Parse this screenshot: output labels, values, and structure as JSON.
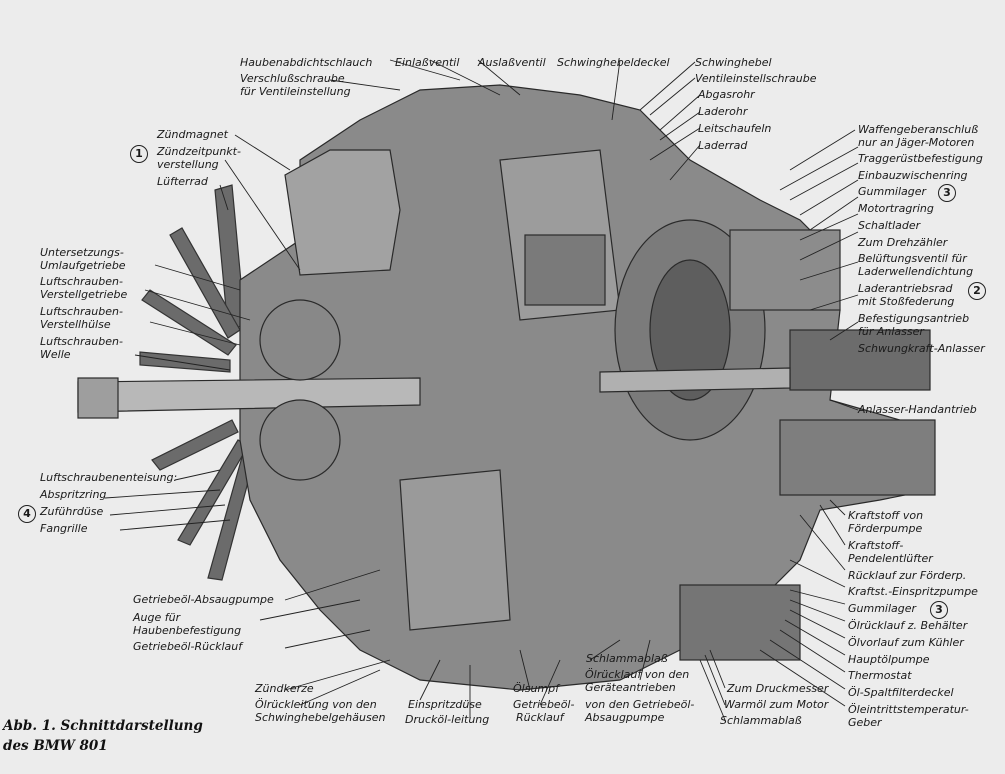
{
  "caption": {
    "line1": "Abb. 1. Schnittdarstellung",
    "line2": "des BMW 801"
  },
  "markers": {
    "m1": "1",
    "m2": "2",
    "m3a": "3",
    "m3b": "3",
    "m4": "4"
  },
  "labels": {
    "haubenabdichtschlauch": "Haubenabdichtschlauch",
    "einlassventil": "Einlaßventil",
    "auslassventil": "Auslaßventil",
    "schwinghebeldeckel": "Schwinghebeldeckel",
    "schwinghebel": "Schwinghebel",
    "ventileinstellschraube": "Ventileinstellschraube",
    "abgasrohr": "Abgasrohr",
    "laderohr": "Laderohr",
    "leitschaufeln": "Leitschaufeln",
    "laderrad": "Laderrad",
    "verschlussschraube_1": "Verschlußschraube",
    "verschlussschraube_2": "für Ventileinstellung",
    "zuendmagnet": "Zündmagnet",
    "zuendzeitpunkt_1": "Zündzeitpunkt-",
    "zuendzeitpunkt_2": "verstellung",
    "lueferrad": "Lüfterrad",
    "untersetzung_1": "Untersetzungs-",
    "untersetzung_2": "Umlaufgetriebe",
    "luftschrauben_getriebe_1": "Luftschrauben-",
    "luftschrauben_getriebe_2": "Verstellgetriebe",
    "luftschrauben_huelse_1": "Luftschrauben-",
    "luftschrauben_huelse_2": "Verstellhülse",
    "luftschrauben_welle_1": "Luftschrauben-",
    "luftschrauben_welle_2": "Welle",
    "waffengeber_1": "Waffengeberanschluß",
    "waffengeber_2": "nur an Jäger-Motoren",
    "traggeruest": "Traggerüstbefestigung",
    "einbauzwischenring": "Einbauzwischenring",
    "gummilager_top": "Gummilager",
    "motortragring": "Motortragring",
    "schaltlader": "Schaltlader",
    "drehzaehler": "Zum Drehzähler",
    "belueftung_1": "Belüftungsventil für",
    "belueftung_2": "Laderwellendichtung",
    "laderantrieb_1": "Laderantriebsrad",
    "laderantrieb_2": "mit Stoßfederung",
    "befestigung_1": "Befestigungsantrieb",
    "befestigung_2": "für Anlasser",
    "schwungkraft": "Schwungkraft-Anlasser",
    "anlasser_hand": "Anlasser-Handantrieb",
    "enteisung": "Luftschraubenenteisung:",
    "abspritzring": "Abspritzring",
    "zufuehrduese": "Zuführdüse",
    "fangrille": "Fangrille",
    "kraftstoff_foerder_1": "Kraftstoff von",
    "kraftstoff_foerder_2": "Förderpumpe",
    "pendel_1": "Kraftstoff-",
    "pendel_2": "Pendelentlüfter",
    "ruecklauf_foerderp": "Rücklauf zur Förderp.",
    "einspritzpumpe": "Kraftst.-Einspritzpumpe",
    "gummilager_bottom": "Gummilager",
    "oelruecklauf_behaelter": "Ölrücklauf z. Behälter",
    "oelvorlauf": "Ölvorlauf zum Kühler",
    "hauptoelpumpe": "Hauptölpumpe",
    "thermostat": "Thermostat",
    "spaltfilter": "Öl-Spaltfilterdeckel",
    "oeleintritt_1": "Öleintrittstemperatur-",
    "oeleintritt_2": "Geber",
    "absaugpumpe": "Getriebeöl-Absaugpumpe",
    "auge_1": "Auge für",
    "auge_2": "Haubenbefestigung",
    "getriebeoel_ruecklauf": "Getriebeöl-Rücklauf",
    "zuendkerze": "Zündkerze",
    "oelrueckleitung_1": "Ölrückleitung von den",
    "oelrueckleitung_2": "Schwinghebelgehäusen",
    "einspritzduese": "Einspritzdüse",
    "druckoelleitung": "Drucköl-leitung",
    "oelsumpf": "Ölsumpf",
    "getriebeoel_rl_1": "Getriebeöl-",
    "getriebeoel_rl_2": "Rücklauf",
    "schlammablass_1": "Schlammablaß",
    "oelruecklauf_geraete_1": "Ölrücklauf von den",
    "oelruecklauf_geraete_2": "Geräteantrieben",
    "oelruecklauf_geraete_3": "von den Getriebeöl-",
    "oelruecklauf_geraete_4": "Absaugpumpe",
    "druckmesser": "Zum Druckmesser",
    "warmoel": "Warmöl zum Motor",
    "schlammablass_2": "Schlammablaß"
  }
}
